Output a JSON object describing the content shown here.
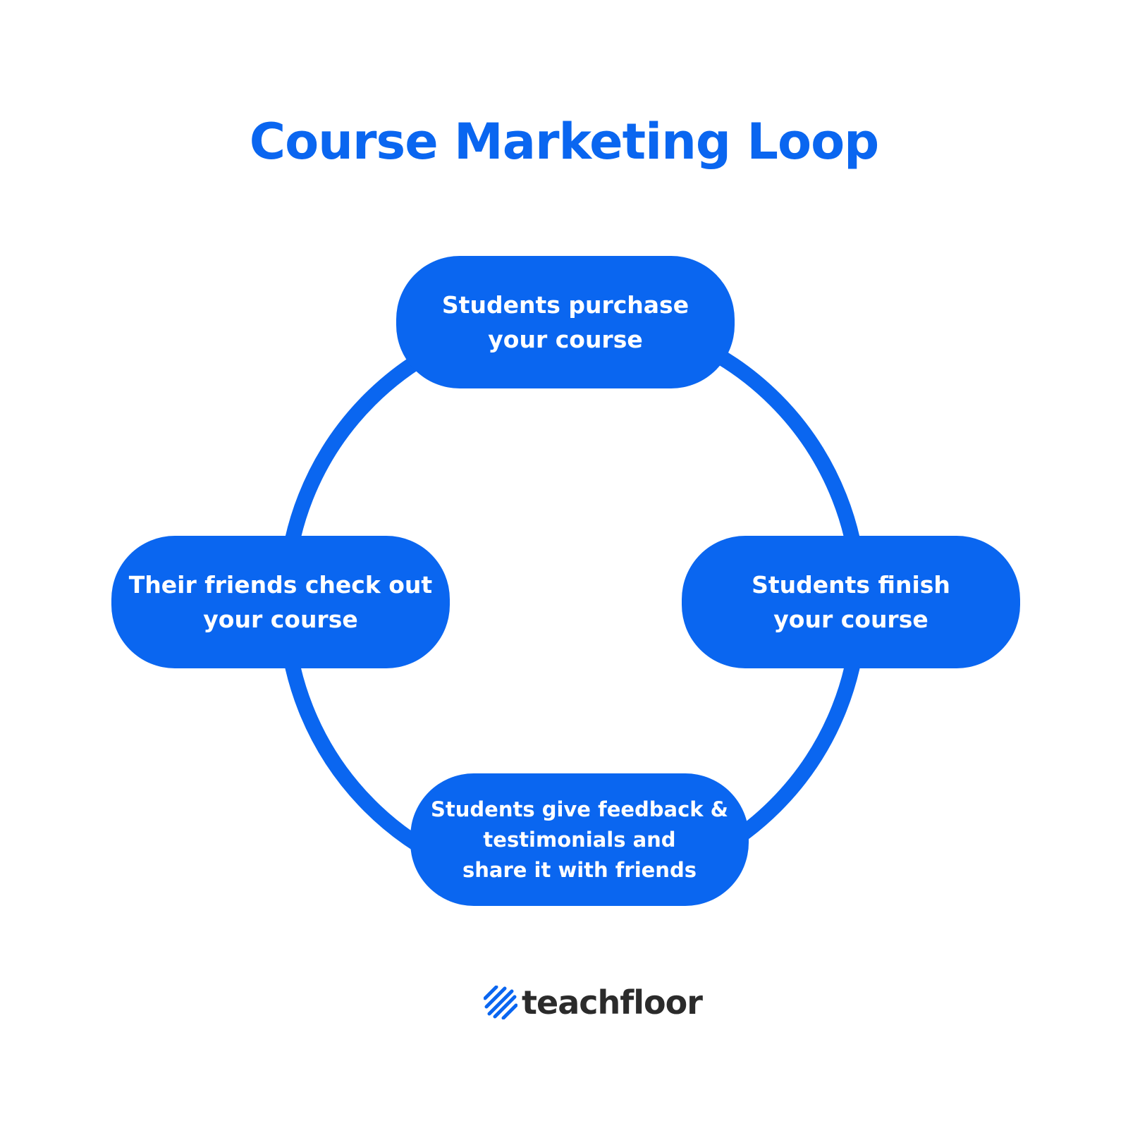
{
  "title": "Course Marketing Loop",
  "colors": {
    "accent": "#0a66f0",
    "text_dark": "#2b2b2b",
    "background": "#ffffff"
  },
  "nodes": [
    {
      "id": "purchase",
      "lines": [
        "Students purchase",
        "your course"
      ]
    },
    {
      "id": "finish",
      "lines": [
        "Students finish",
        "your course"
      ]
    },
    {
      "id": "feedback",
      "lines": [
        "Students give feedback &",
        "testimonials and",
        "share it with friends"
      ]
    },
    {
      "id": "friends",
      "lines": [
        "Their friends check out",
        "your course"
      ]
    }
  ],
  "logo": {
    "icon": "diagonal-stripes-icon",
    "text": "teachfloor"
  }
}
